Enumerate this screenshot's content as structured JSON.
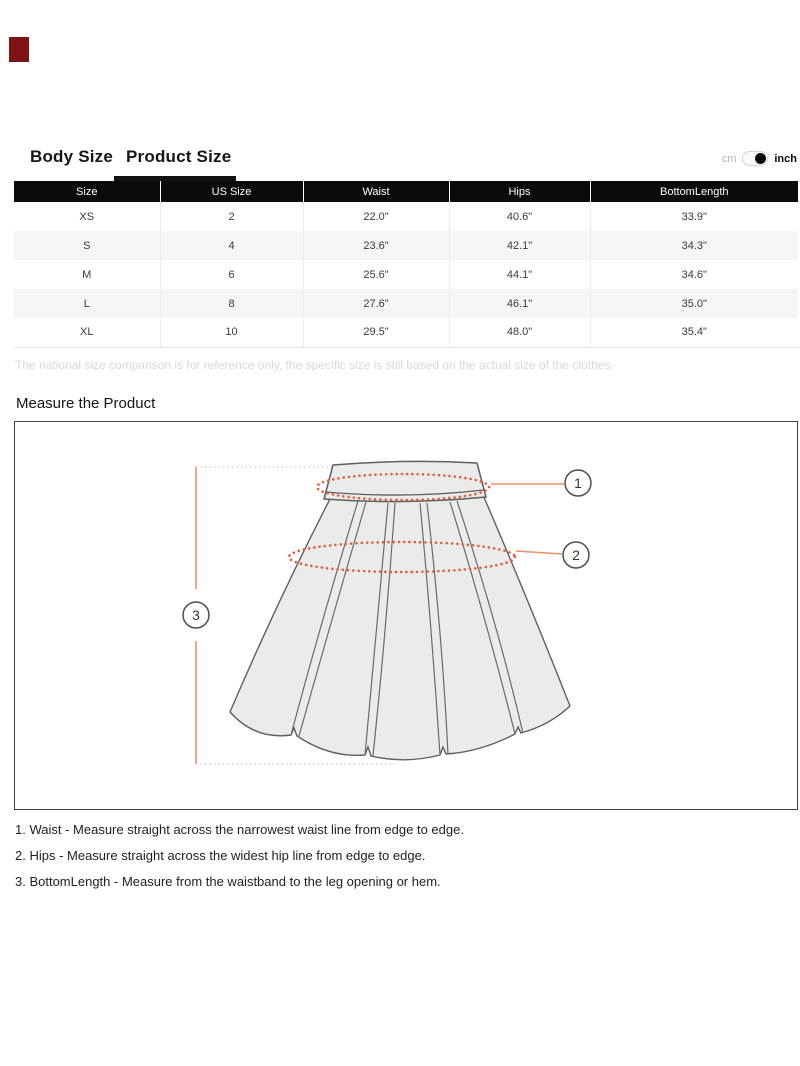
{
  "colors": {
    "marker": "#7e1315",
    "accent_dashed": "#df5f36",
    "accent_leader": "#e98f68",
    "underline": "#121212"
  },
  "tabs": {
    "body_size_label": "Body Size",
    "product_size_label": "Product Size",
    "active": "Product Size"
  },
  "unit_toggle": {
    "cm_label": "cm",
    "inch_label": "inch",
    "selected": "inch"
  },
  "table": {
    "headers": [
      "Size",
      "US Size",
      "Waist",
      "Hips",
      "BottomLength"
    ],
    "rows": [
      [
        "XS",
        "2",
        "22.0\"",
        "40.6\"",
        "33.9\""
      ],
      [
        "S",
        "4",
        "23.6\"",
        "42.1\"",
        "34.3\""
      ],
      [
        "M",
        "6",
        "25.6\"",
        "44.1\"",
        "34.6\""
      ],
      [
        "L",
        "8",
        "27.6\"",
        "46.1\"",
        "35.0\""
      ],
      [
        "XL",
        "10",
        "29.5\"",
        "48.0\"",
        "35.4\""
      ]
    ]
  },
  "note_text": "The national size comparison is for reference only, the specific size is still based on the actual size of the clothes.",
  "section_title": "Measure the Product",
  "diagram": {
    "callout_1": "1",
    "callout_2": "2",
    "callout_3": "3"
  },
  "instructions": [
    "1. Waist - Measure straight across the narrowest waist line from edge to edge.",
    "2. Hips - Measure straight across the widest hip line from edge to edge.",
    "3. BottomLength - Measure from the waistband to the leg opening or hem."
  ]
}
